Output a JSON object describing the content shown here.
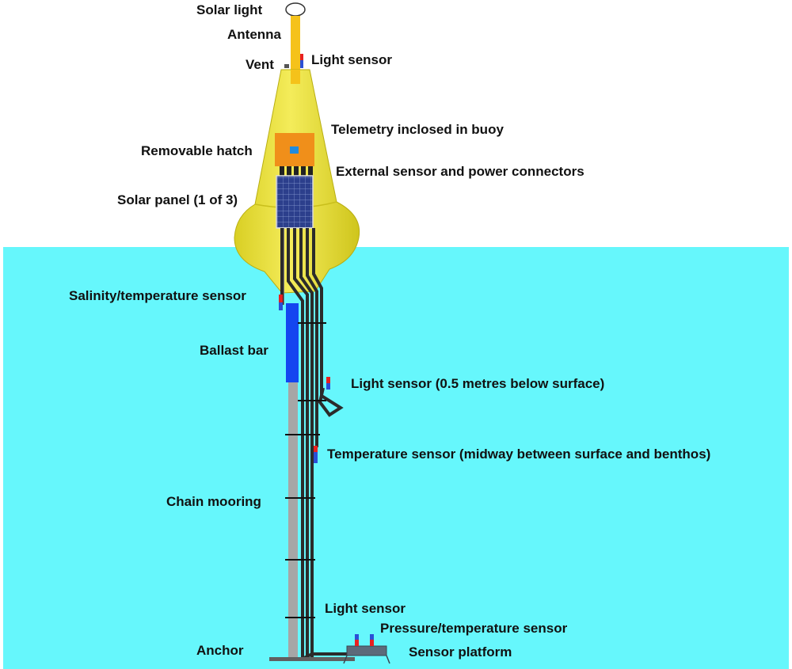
{
  "labels": {
    "solar_light": "Solar light",
    "antenna": "Antenna",
    "vent": "Vent",
    "light_sensor_top": "Light sensor",
    "telemetry": "Telemetry inclosed in buoy",
    "removable_hatch": "Removable hatch",
    "external_connectors": "External sensor and power connectors",
    "solar_panel": "Solar panel (1 of 3)",
    "salinity_sensor": "Salinity/temperature sensor",
    "ballast_bar": "Ballast bar",
    "light_sensor_shallow": "Light sensor (0.5 metres below surface)",
    "temperature_sensor": "Temperature sensor (midway between surface and benthos)",
    "chain_mooring": "Chain mooring",
    "light_sensor_bottom": "Light sensor",
    "pressure_sensor": "Pressure/temperature sensor",
    "anchor": "Anchor",
    "sensor_platform": "Sensor platform"
  },
  "colors": {
    "water": "#66f7fc",
    "buoy": "#ede43a",
    "antenna": "#f5c21a",
    "hatch": "#f08f1a",
    "ballast": "#1446f0",
    "chain": "#a6a6a6",
    "cable": "#2b2b2b",
    "sensor_red": "#e82020",
    "sensor_blue": "#2a4fd6",
    "panel": "#2c3f8c"
  }
}
